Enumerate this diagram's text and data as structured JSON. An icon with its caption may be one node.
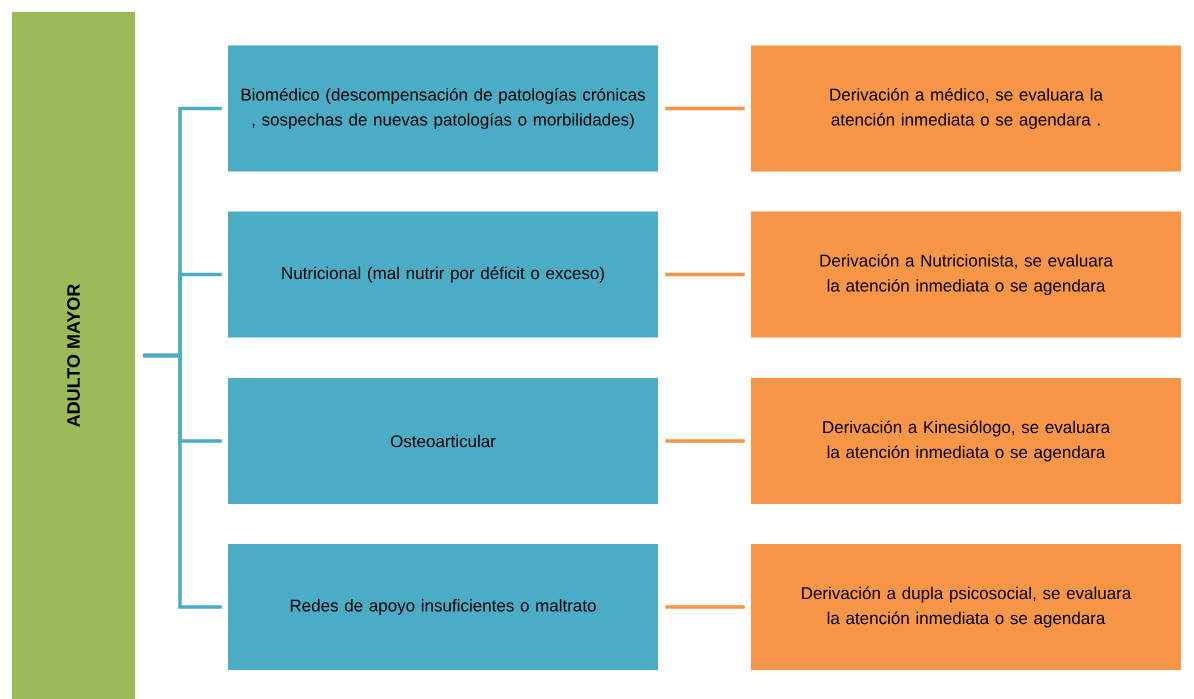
{
  "diagram": {
    "nodes": [
      {
        "text": [
          "ADULTO MAYOR"
        ]
      },
      {
        "text": [
          "Biomédico (descompensación de patologías crónicas , sospechas de nuevas patologías o morbilidades)"
        ]
      },
      {
        "text": [
          "Derivación a médico, se evaluara la atención inmediata o se agendara ."
        ]
      },
      {
        "text": [
          "Nutricional  (mal nutrir por déficit o exceso)"
        ]
      },
      {
        "text": [
          "Derivación a Nutricionista, se evaluara la atención inmediata o se agendara"
        ]
      },
      {
        "text": [
          "Osteoarticular"
        ]
      },
      {
        "text": [
          "Derivación a Kinesiólogo, se evaluara la atención inmediata o se agendara"
        ]
      },
      {
        "text": [
          "Redes de apoyo insuficientes  o maltrato"
        ]
      },
      {
        "text": [
          "Derivación a dupla psicosocial, se evaluara la atención inmediata o se agendara"
        ]
      }
    ],
    "edges": [
      {
        "from": 0,
        "to": 1,
        "arrow": "none",
        "color": "#4bacc6"
      },
      {
        "from": 0,
        "to": 3,
        "arrow": "none",
        "color": "#4bacc6"
      },
      {
        "from": 0,
        "to": 5,
        "arrow": "none",
        "color": "#4bacc6"
      },
      {
        "from": 0,
        "to": 7,
        "arrow": "none",
        "color": "#4bacc6"
      },
      {
        "from": 1,
        "to": 2,
        "arrow": "none",
        "color": "#f79646"
      },
      {
        "from": 3,
        "to": 4,
        "arrow": "none",
        "color": "#f79646"
      },
      {
        "from": 5,
        "to": 6,
        "arrow": "none",
        "color": "#f79646"
      },
      {
        "from": 7,
        "to": 8,
        "arrow": "none",
        "color": "#f79646"
      }
    ]
  }
}
